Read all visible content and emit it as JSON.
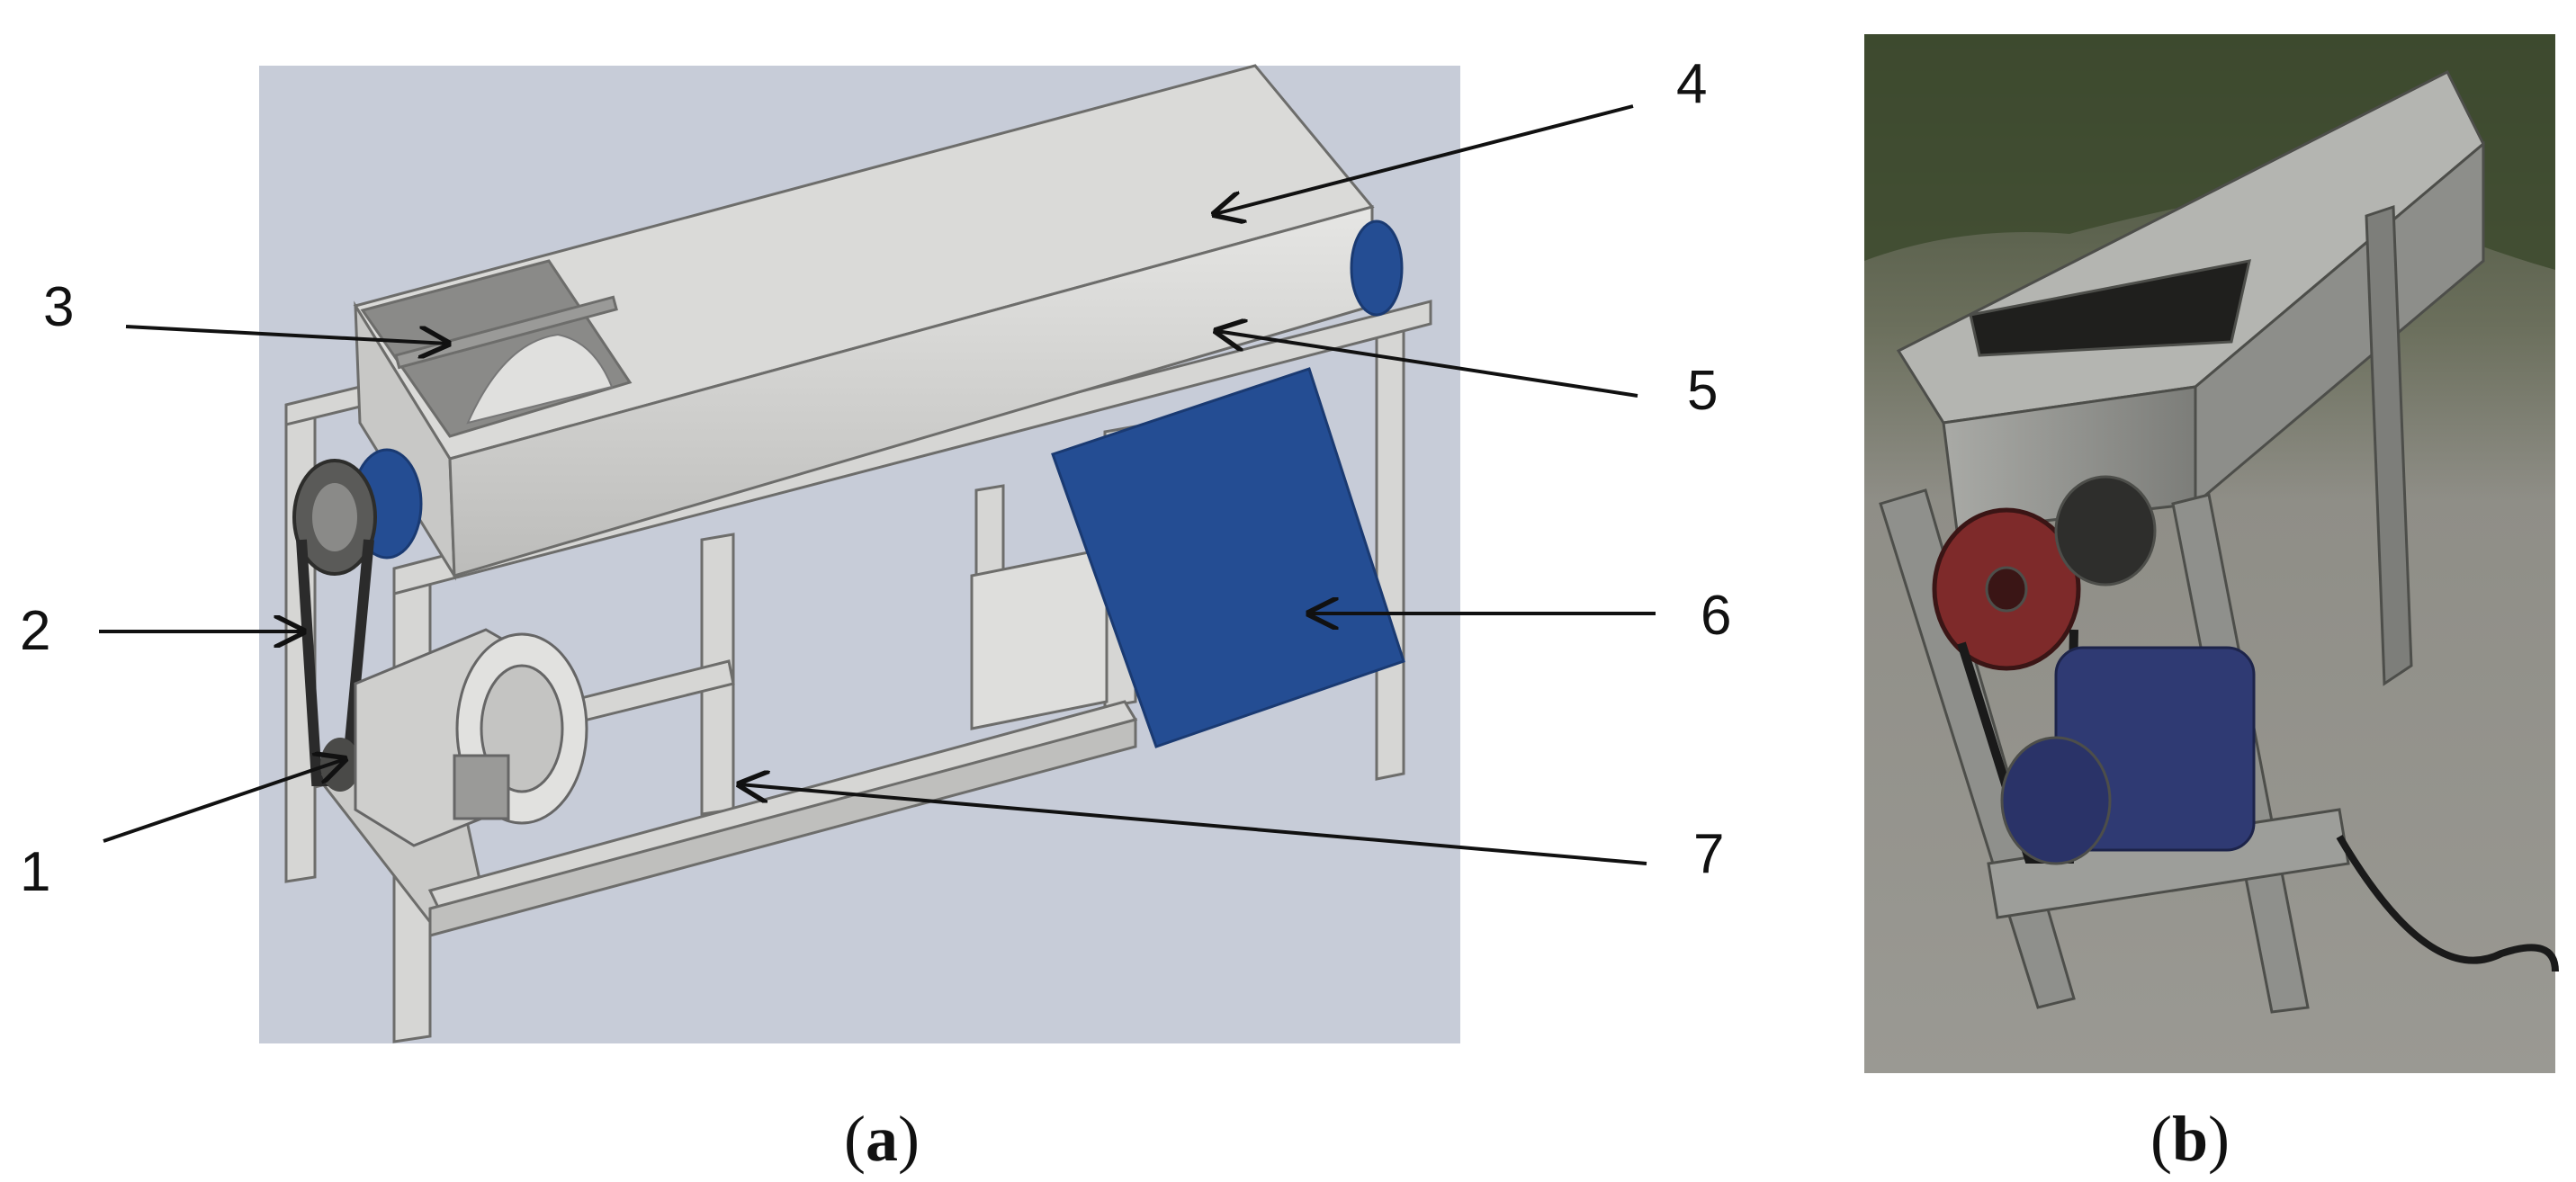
{
  "figure": {
    "callouts": [
      {
        "id": "1",
        "label": "1"
      },
      {
        "id": "2",
        "label": "2"
      },
      {
        "id": "3",
        "label": "3"
      },
      {
        "id": "4",
        "label": "4"
      },
      {
        "id": "5",
        "label": "5"
      },
      {
        "id": "6",
        "label": "6"
      },
      {
        "id": "7",
        "label": "7"
      }
    ],
    "captions": {
      "a": {
        "open": "(",
        "letter": "a",
        "close": ")"
      },
      "b": {
        "open": "(",
        "letter": "b",
        "close": ")"
      }
    },
    "colors": {
      "render_background": "#c7ccd8",
      "steel": "#d9d9d7",
      "steel_dark": "#8e8e8c",
      "blue_part": "#244d93",
      "photo_ground": "#8d8c86"
    }
  }
}
